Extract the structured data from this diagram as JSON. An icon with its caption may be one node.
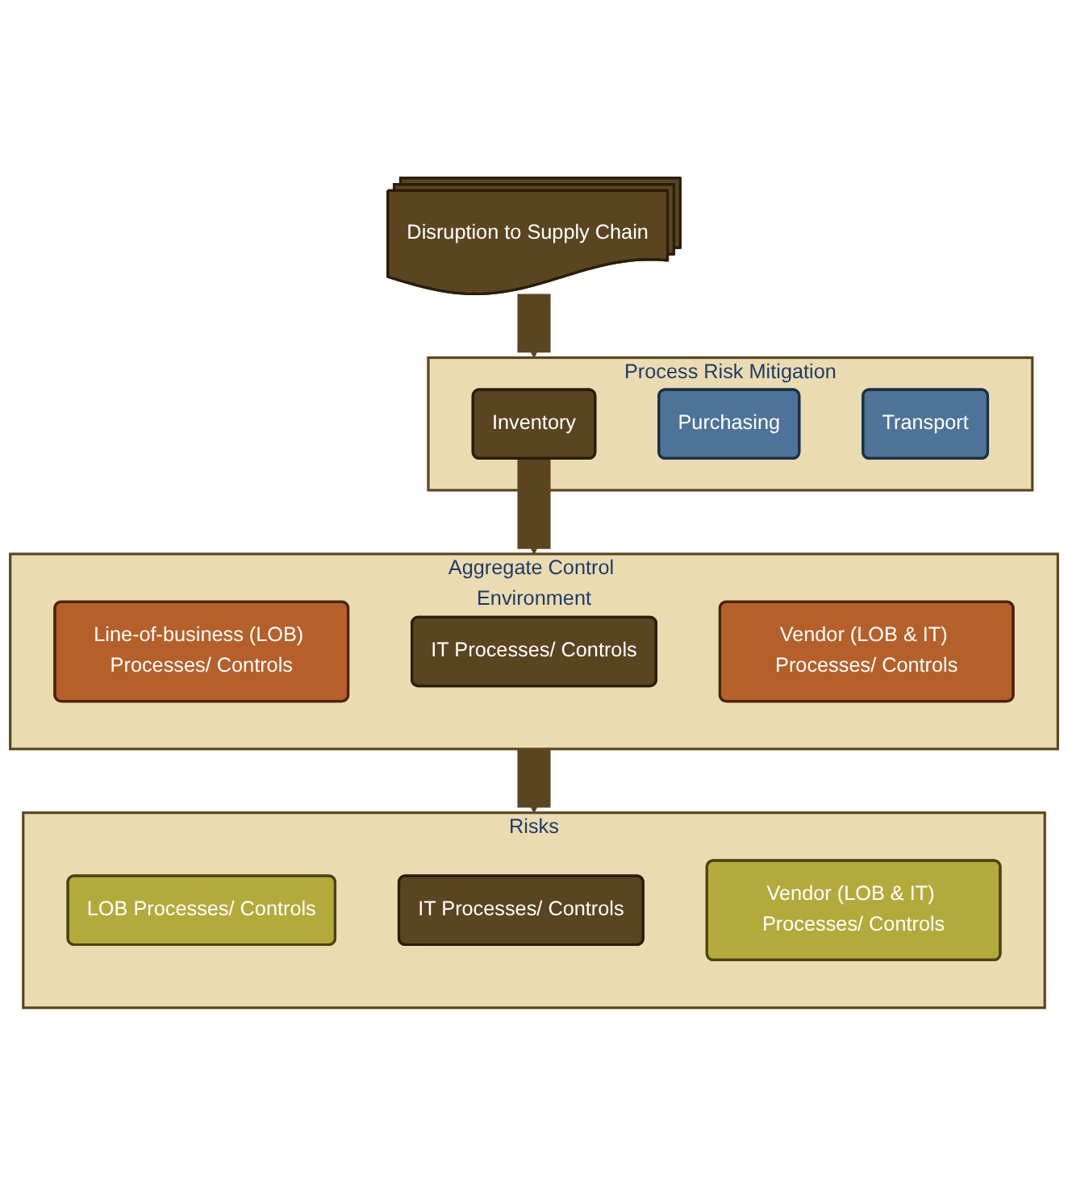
{
  "diagram": {
    "nodes": [
      {
        "text": [
          "Disruption to Supply Chain"
        ]
      },
      {
        "text": [
          "Process Risk Mitigation"
        ]
      },
      {
        "text": [
          "Inventory"
        ],
        "in": 1
      },
      {
        "text": [
          "Purchasing"
        ],
        "in": 1
      },
      {
        "text": [
          "Transport"
        ],
        "in": 1
      },
      {
        "text": [
          "Aggregate Control Environment"
        ]
      },
      {
        "text": [
          "Line-of-business (LOB) Processes/ Controls"
        ],
        "in": 5
      },
      {
        "text": [
          "IT Processes/ Controls"
        ],
        "in": 5
      },
      {
        "text": [
          "Vendor (LOB & IT) Processes/ Controls"
        ],
        "in": 5
      },
      {
        "text": [
          "Risks"
        ]
      },
      {
        "text": [
          "LOB Processes/ Controls"
        ],
        "in": 9
      },
      {
        "text": [
          "IT Processes/ Controls"
        ],
        "in": 9
      },
      {
        "text": [
          "Vendor (LOB & IT) Processes/ Controls"
        ],
        "in": 9
      }
    ],
    "edges": [
      {
        "from": 0,
        "to": 1,
        "arrow": "to"
      },
      {
        "from": 2,
        "to": 5,
        "arrow": "to"
      },
      {
        "from": 5,
        "to": 9,
        "arrow": "to"
      }
    ]
  }
}
